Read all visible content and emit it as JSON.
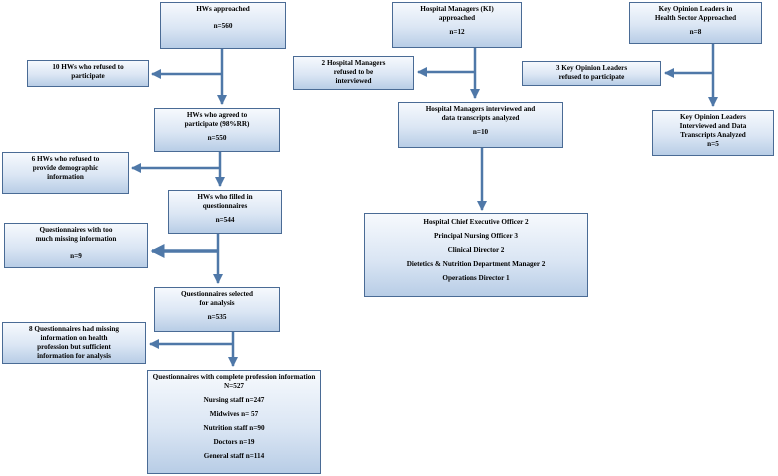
{
  "boxes": {
    "hw_approached": {
      "lines": [
        "HWs approached",
        "n=560"
      ]
    },
    "hw_refused": {
      "lines": [
        "10 HWs who refused to",
        "participate"
      ]
    },
    "hw_agreed": {
      "lines": [
        "HWs who agreed to",
        "participate (98%RR)",
        "n=550"
      ]
    },
    "hw_refused_demo": {
      "lines": [
        "6 HWs who refused to",
        "provide demographic",
        "information"
      ]
    },
    "hw_filled": {
      "lines": [
        "HWs who filled in",
        "questionnaires",
        "n=544"
      ]
    },
    "q_missing": {
      "lines": [
        "Questionnaires with too",
        "much missing information",
        "n=9"
      ]
    },
    "q_selected": {
      "lines": [
        "Questionnaires selected",
        "for analysis",
        "n=535"
      ]
    },
    "q_partial": {
      "lines": [
        "8 Questionnaires had missing",
        "information on health",
        "profession but sufficient",
        "information for analysis"
      ]
    },
    "q_complete": {
      "lines": [
        "Questionnaires with complete profession information",
        "N=527",
        "Nursing staff n=247",
        "Midwives n= 57",
        "Nutrition staff n=90",
        "Doctors n=19",
        "General staff n=114"
      ]
    },
    "hm_approached": {
      "lines": [
        "Hospital Managers (KI)",
        "approached",
        "n=12"
      ]
    },
    "hm_refused": {
      "lines": [
        "2 Hospital Managers",
        "refused to be",
        "interviewed"
      ]
    },
    "hm_interviewed": {
      "lines": [
        "Hospital Managers interviewed and",
        "data transcripts analyzed",
        "n=10"
      ]
    },
    "hm_roles": {
      "lines": [
        "Hospital Chief Executive Officer 2",
        "Principal Nursing Officer 3",
        "Clinical Director 2",
        "Dietetics & Nutrition Department Manager 2",
        "Operations Director 1"
      ]
    },
    "kol_approached": {
      "lines": [
        "Key Opinion Leaders in",
        "Health Sector Approached",
        "n=8"
      ]
    },
    "kol_refused": {
      "lines": [
        "3 Key Opinion Leaders",
        "refused to participate"
      ]
    },
    "kol_interviewed": {
      "lines": [
        "Key Opinion Leaders",
        "Interviewed and Data",
        "Transcripts Analyzed",
        "n=5"
      ]
    }
  },
  "colors": {
    "arrow": "#4f78a8",
    "box_border": "#4a6b95",
    "box_fill_top": "#f6f9fd",
    "box_fill_bottom": "#b8cde6"
  }
}
